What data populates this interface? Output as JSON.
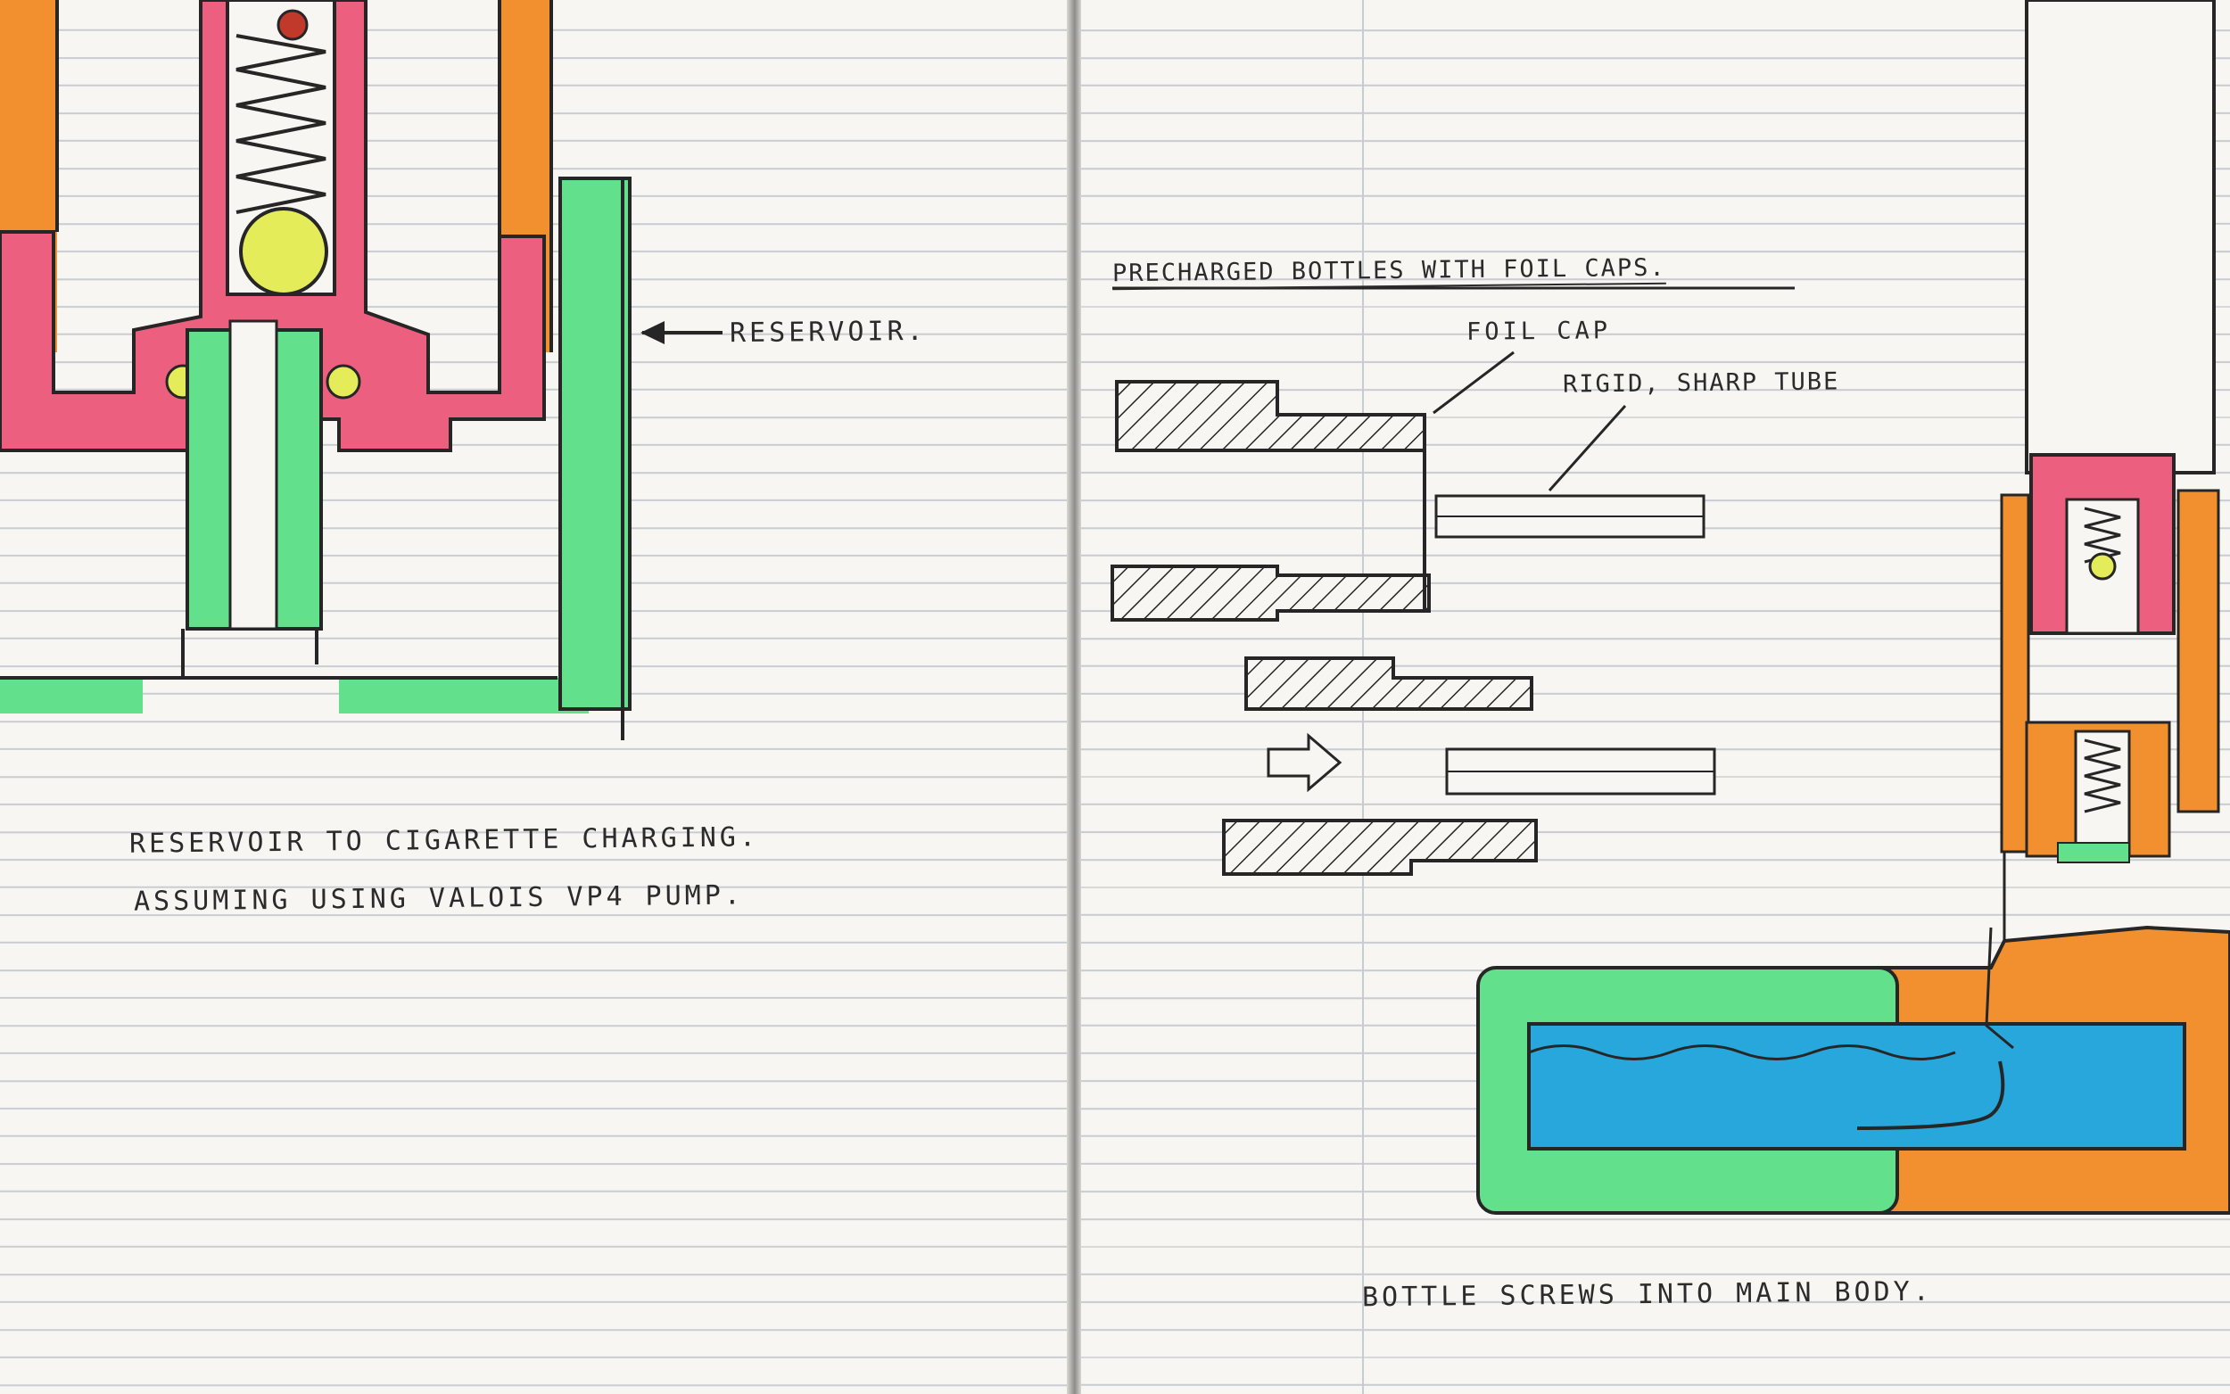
{
  "left_page": {
    "labels": {
      "reservoir": "RESERVOIR.",
      "caption_1": "RESERVOIR TO CIGARETTE CHARGING.",
      "caption_2": "ASSUMING USING VALOIS VP4 PUMP."
    }
  },
  "right_page": {
    "labels": {
      "heading": "PRECHARGED BOTTLES WITH FOIL CAPS.",
      "foil_cap": "FOIL CAP",
      "rigid_tube": "RIGID, SHARP TUBE",
      "bottom_caption": "BOTTLE SCREWS INTO MAIN BODY."
    }
  },
  "colors": {
    "pink": "#ec5f7e",
    "orange": "#f2902f",
    "green": "#62e08c",
    "blue": "#27a7db",
    "yellow": "#e4ec5a",
    "red_ball": "#c0392b",
    "ink": "#262626"
  }
}
